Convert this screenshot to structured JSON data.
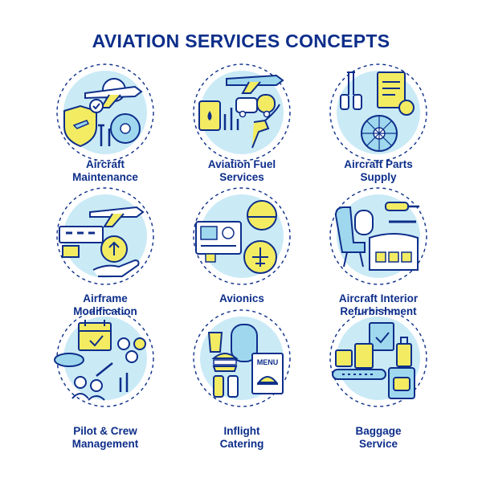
{
  "page": {
    "title": "AVIATION SERVICES CONCEPTS"
  },
  "palette": {
    "stroke": "#0d2e8a",
    "blue_fill": "#9fd8ee",
    "yellow_fill": "#f3ec62",
    "white": "#ffffff"
  },
  "icons": [
    {
      "name": "aircraft-maintenance",
      "label_line1": "Aircraft",
      "label_line2": "Maintenance"
    },
    {
      "name": "aviation-fuel-services",
      "label_line1": "Aviation Fuel",
      "label_line2": "Services"
    },
    {
      "name": "aircraft-parts-supply",
      "label_line1": "Aircraft Parts",
      "label_line2": "Supply"
    },
    {
      "name": "airframe-modification",
      "label_line1": "Airframe",
      "label_line2": "Modification"
    },
    {
      "name": "avionics",
      "label_line1": "Avionics",
      "label_line2": ""
    },
    {
      "name": "aircraft-interior-refurbishment",
      "label_line1": "Aircraft Interior",
      "label_line2": "Refurbishment"
    },
    {
      "name": "pilot-crew-management",
      "label_line1": "Pilot & Crew",
      "label_line2": "Management"
    },
    {
      "name": "inflight-catering",
      "label_line1": "Inflight",
      "label_line2": "Catering"
    },
    {
      "name": "baggage-service",
      "label_line1": "Baggage",
      "label_line2": "Service"
    }
  ],
  "menu_card": {
    "text": "MENU"
  }
}
